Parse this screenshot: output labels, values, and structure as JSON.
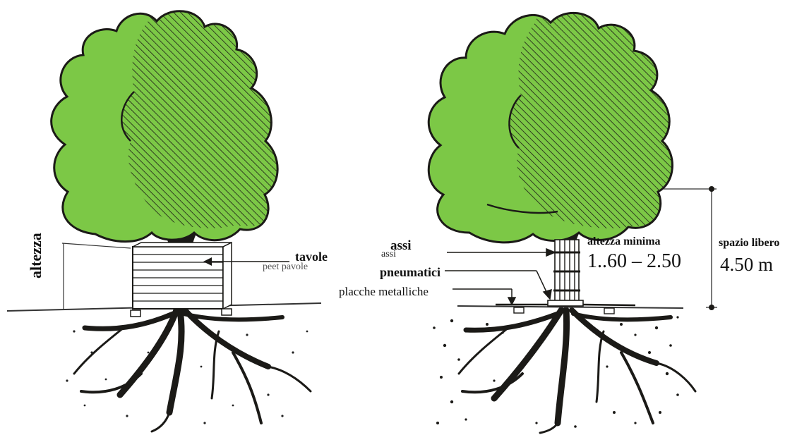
{
  "colors": {
    "canopy": "#7cc846",
    "outline": "#1b1a17",
    "wood": "#ffffff",
    "soil_dot": "#222222"
  },
  "left_figure": {
    "height_label": "altezza",
    "boards_label": "tavole",
    "faded_label": "peet pavole"
  },
  "right_figure": {
    "planks_label": "assi",
    "planks_label_small": "assi",
    "tyres_label": "pneumatici",
    "plates_label": "placche metalliche",
    "min_height_label": "altezza minima",
    "min_height_value": "1..60 – 2.50",
    "clearance_label": "spazio libero",
    "clearance_value": "4.50 m"
  }
}
